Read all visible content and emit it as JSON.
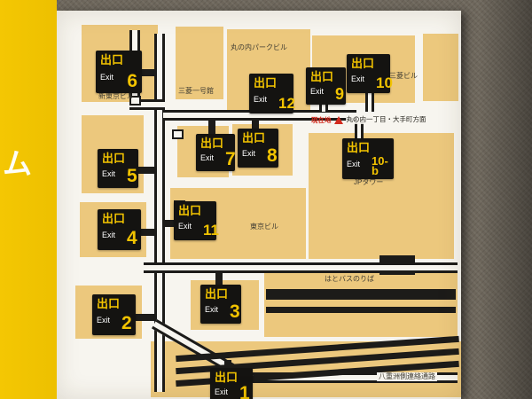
{
  "side_panel": {
    "text": "ム"
  },
  "badge": {
    "jp": "出口",
    "en": "Exit"
  },
  "exits": [
    {
      "id": "6",
      "num": "6"
    },
    {
      "id": "12",
      "num": "12"
    },
    {
      "id": "9",
      "num": "9"
    },
    {
      "id": "10",
      "num": "10"
    },
    {
      "id": "5",
      "num": "5"
    },
    {
      "id": "7",
      "num": "7"
    },
    {
      "id": "8",
      "num": "8"
    },
    {
      "id": "10-b",
      "num": "10-b"
    },
    {
      "id": "4",
      "num": "4"
    },
    {
      "id": "11",
      "num": "11"
    },
    {
      "id": "2",
      "num": "2"
    },
    {
      "id": "3",
      "num": "3"
    },
    {
      "id": "1",
      "num": "1"
    }
  ],
  "buildings": {
    "marunouchi_park_building": "丸の内パークビル",
    "mitsubishi_ichigokan": "三菱一号館",
    "shin_tokyo_building": "新東京ビル",
    "mitsubishi_building": "三菱ビル",
    "jp_tower": "JPタワー",
    "tokyo_building": "東京ビル"
  },
  "labels": {
    "current_location": "現在地",
    "direction": "丸の内一丁目・大手町方面",
    "hato_bus_stop": "はとバスのりば",
    "yaesu_passage": "八重洲側連絡通路"
  },
  "colors": {
    "frame_yellow": "#f3c400",
    "building_tan": "#ecc87d",
    "line_black": "#1c1b19",
    "marker_red": "#d22a1e",
    "panel_white": "#f7f5ef",
    "wall_gray": "#6e675c"
  }
}
